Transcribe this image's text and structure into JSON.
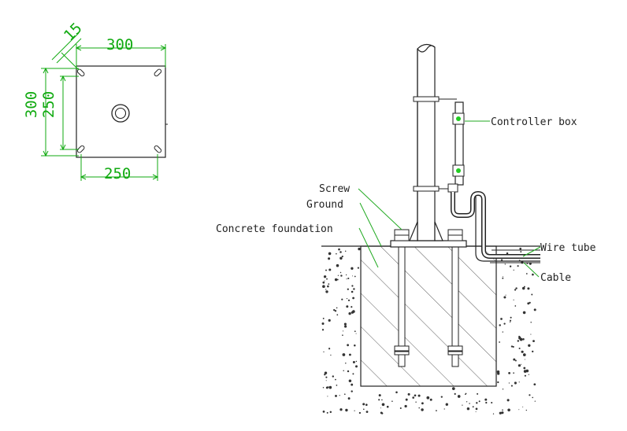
{
  "plan_view": {
    "dim_top": "300",
    "dim_bottom": "250",
    "dim_left": "300",
    "dim_left_inner": "250",
    "dim_corner": "15"
  },
  "section_view": {
    "labels": {
      "controller_box": "Controller box",
      "screw": "Screw",
      "ground": "Ground",
      "concrete_foundation": "Concrete foundation",
      "wire_tube": "Wire tube",
      "cable": "Cable"
    }
  },
  "colors": {
    "dimension": "#11aa11",
    "line": "#222222",
    "accent": "#22cc22"
  }
}
